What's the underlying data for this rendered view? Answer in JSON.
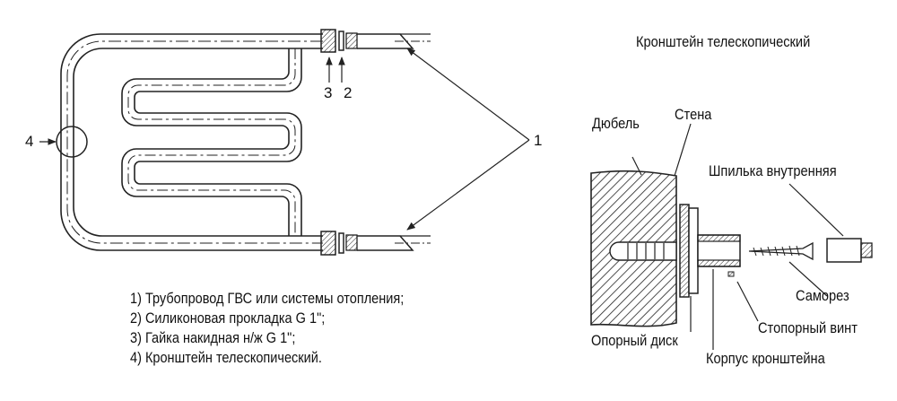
{
  "right_title": "Кронштейн телескопический",
  "numbers": {
    "n1": "1",
    "n2": "2",
    "n3": "3",
    "n4": "4"
  },
  "labels": {
    "wall": "Стена",
    "dowel": "Дюбель",
    "inner_stud": "Шпилька внутренняя",
    "self_tapping_screw": "Саморез",
    "set_screw": "Стопорный винт",
    "support_disc": "Опорный диск",
    "bracket_body": "Корпус кронштейна"
  },
  "legend": [
    "1) Трубопровод ГВС или системы отопления;",
    "2) Силиконовая прокладка G 1\";",
    "3) Гайка накидная н/ж G 1\";",
    "4) Кронштейн телескопический."
  ]
}
